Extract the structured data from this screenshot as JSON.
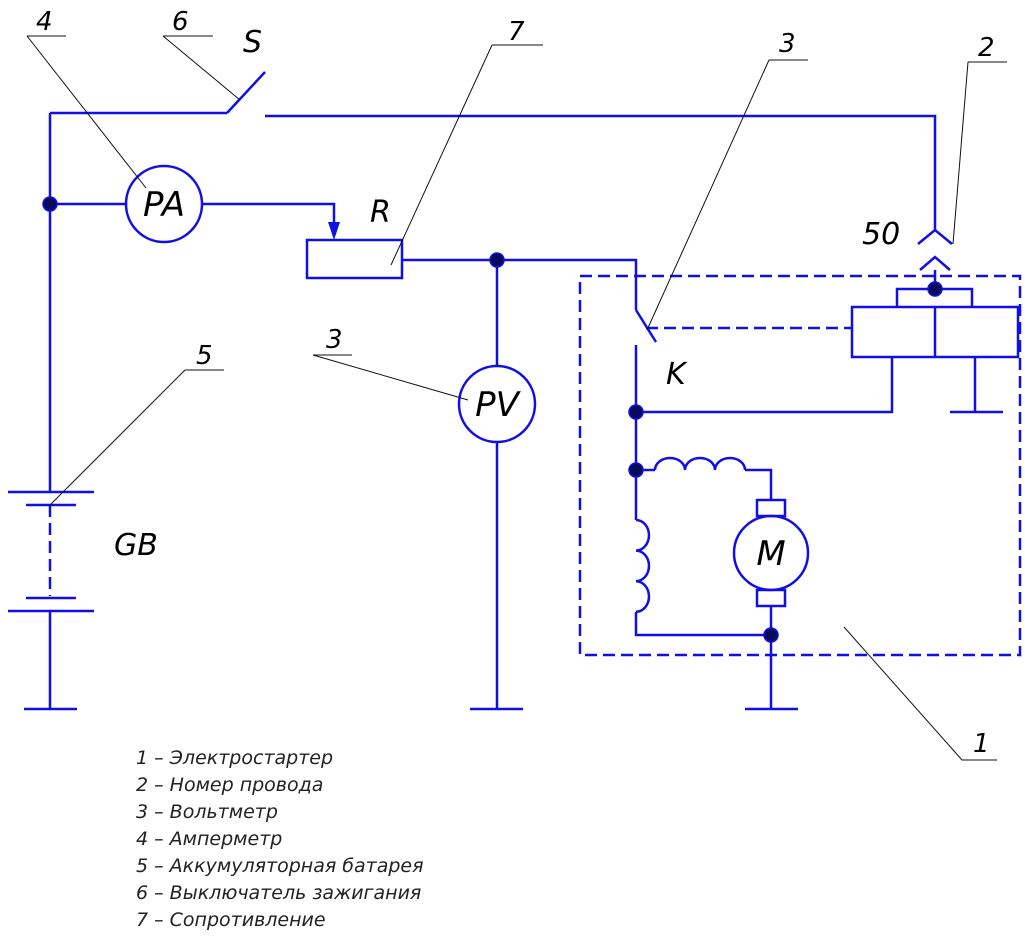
{
  "labels": {
    "switch": "S",
    "resistor": "R",
    "battery": "GB",
    "contact": "K",
    "wire_number": "50",
    "ammeter": "PA",
    "voltmeter": "PV",
    "motor": "M"
  },
  "callouts": {
    "c1": "1",
    "c2": "2",
    "c3_top": "3",
    "c3_left": "3",
    "c4": "4",
    "c5": "5",
    "c6": "6",
    "c7": "7"
  },
  "legend": [
    "1 – Электростартер",
    "2 – Номер провода",
    "3 – Вольтметр",
    "4 – Амперметр",
    "5 – Аккумуляторная батарея",
    "6 – Выключатель зажигания",
    "7 – Сопротивление"
  ],
  "colors": {
    "wire": "#1010e6",
    "leader": "#111111",
    "node": "#0a0a5a"
  }
}
